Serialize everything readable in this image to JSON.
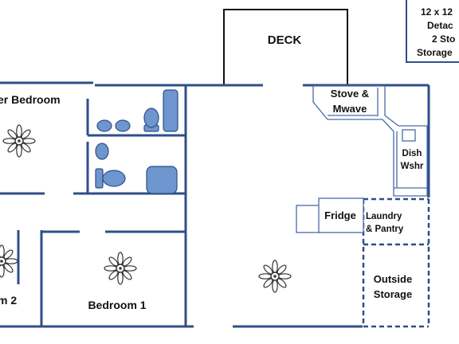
{
  "plan": {
    "deck_label": "DECK",
    "note_lines": [
      "12 x 12",
      "Detac",
      "2 Sto",
      "Storage"
    ],
    "rooms": {
      "master_bedroom": "er Bedroom",
      "bedroom_1": "Bedroom 1",
      "bedroom_2": "m 2",
      "stove": [
        "Stove &",
        "Mwave"
      ],
      "dish": [
        "Dish",
        "Wshr"
      ],
      "fridge": "Fridge",
      "laundry": [
        "Laundry",
        "& Pantry"
      ],
      "outside_storage": [
        "Outside",
        "Storage"
      ]
    }
  },
  "colors": {
    "wall": "#2f4e8a",
    "fixture_fill": "#6f95cf",
    "fixture_stroke": "#2b4f86",
    "counter": "#4a6aa8",
    "text": "#111111",
    "fan": "#333333"
  },
  "icons": [
    "ceiling-fan-icon",
    "toilet-icon",
    "sink-icon",
    "bathtub-icon",
    "shower-icon"
  ]
}
